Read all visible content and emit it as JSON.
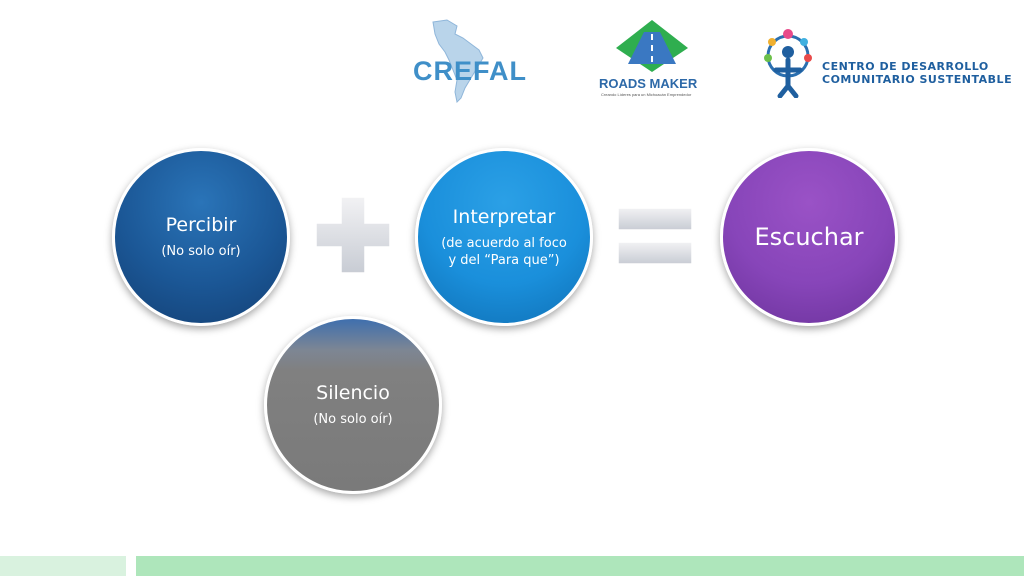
{
  "logos": {
    "crefal": {
      "text": "CREFAL"
    },
    "roads_maker": {
      "title": "ROADS MAKER",
      "tagline": "Creando Líderes para un Michoacán Emprendedor"
    },
    "cdcs": {
      "line1": "CENTRO DE DESARROLLO",
      "line2": "COMUNITARIO SUSTENTABLE"
    }
  },
  "circles": {
    "percibir": {
      "title": "Percibir",
      "subtitle": "(No solo oír)",
      "color": "#1b5796"
    },
    "interpretar": {
      "title": "Interpretar",
      "subtitle": "(de acuerdo al foco y del “Para que”)",
      "color": "#1a8fdb"
    },
    "escuchar": {
      "title": "Escuchar",
      "color": "#8745b9"
    },
    "silencio": {
      "title": "Silencio",
      "subtitle": "(No solo oír)",
      "color": "#808080"
    }
  },
  "operators": {
    "plus": "plus-icon",
    "equals": "equals-icon"
  },
  "footer": {
    "left_color": "#d9f2df",
    "right_color": "#aee6bb"
  }
}
